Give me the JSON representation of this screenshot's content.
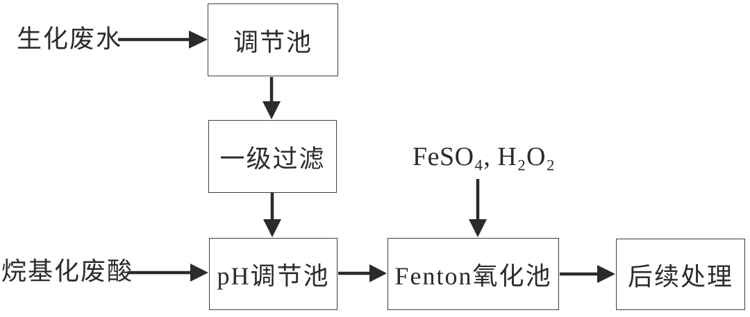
{
  "diagram": {
    "background": "#ffffff",
    "ink": "#2b2b2b",
    "border_color": "#3d3d3d",
    "nodes": {
      "regulating_tank": {
        "label": "调节池"
      },
      "primary_filtration": {
        "label": "一级过滤"
      },
      "ph_adjust_tank": {
        "label": "pH调节池"
      },
      "fenton_tank": {
        "label": "Fenton氧化池"
      },
      "post_treatment": {
        "label": "后续处理"
      }
    },
    "inputs": {
      "biochemical_wastewater": {
        "label": "生化废水"
      },
      "alkylation_waste_acid": {
        "label": "烷基化废酸"
      },
      "fenton_reagents": {
        "label": "FeSO₄, H₂O₂"
      }
    },
    "edges": [
      {
        "from": "生化废水",
        "to": "调节池"
      },
      {
        "from": "调节池",
        "to": "一级过滤"
      },
      {
        "from": "一级过滤",
        "to": "pH调节池"
      },
      {
        "from": "烷基化废酸",
        "to": "pH调节池"
      },
      {
        "from": "pH调节池",
        "to": "Fenton氧化池"
      },
      {
        "from": "FeSO₄, H₂O₂",
        "to": "Fenton氧化池"
      },
      {
        "from": "Fenton氧化池",
        "to": "后续处理"
      }
    ]
  }
}
